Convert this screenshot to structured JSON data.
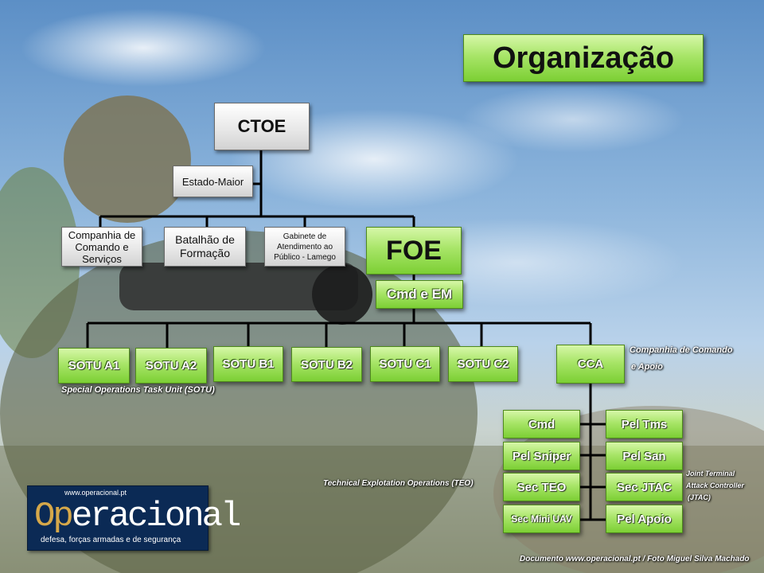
{
  "title": "Organização",
  "nodes": {
    "ctoe": "CTOE",
    "estado_maior": "Estado-Maior",
    "ccs": "Companhia de Comando e Serviços",
    "bf": "Batalhão de Formação",
    "gap": "Gabinete de Atendimento ao Público - Lamego",
    "foe": "FOE",
    "cmd_em": "Cmd e EM",
    "sotu_a1": "SOTU A1",
    "sotu_a2": "SOTU A2",
    "sotu_b1": "SOTU B1",
    "sotu_b2": "SOTU B2",
    "sotu_c1": "SOTU C1",
    "sotu_c2": "SOTU C2",
    "cca": "CCA",
    "cmd": "Cmd",
    "pel_sniper": "Pel Sniper",
    "sec_teo": "Sec TEO",
    "sec_mini_uav": "Sec Mini UAV",
    "pel_tms": "Pel Tms",
    "pel_san": "Pel San",
    "sec_jtac": "Sec JTAC",
    "pel_apoio": "Pel Apoio"
  },
  "annotations": {
    "cca_line1": "Companhia de Comando",
    "cca_line2": "e Apoio",
    "sotu": "Special Operations Task Unit (SOTU)",
    "teo": "Technical Explotation Operations (TEO)",
    "jtac_line1": "Joint Terminal",
    "jtac_line2": "Attack Controller",
    "jtac_line3": "(JTAC)"
  },
  "logo": {
    "url": "www.operacional.pt",
    "brand_highlight": "Op",
    "brand_rest": "eracional",
    "tagline": "defesa, forças armadas e de segurança"
  },
  "credit": "Documento www.operacional.pt / Foto Miguel Silva Machado",
  "colors": {
    "green_box": "#9ad95a",
    "gray_box": "#e8e8e8",
    "logo_bg": "#0b2a55",
    "logo_accent": "#d6a84a"
  }
}
